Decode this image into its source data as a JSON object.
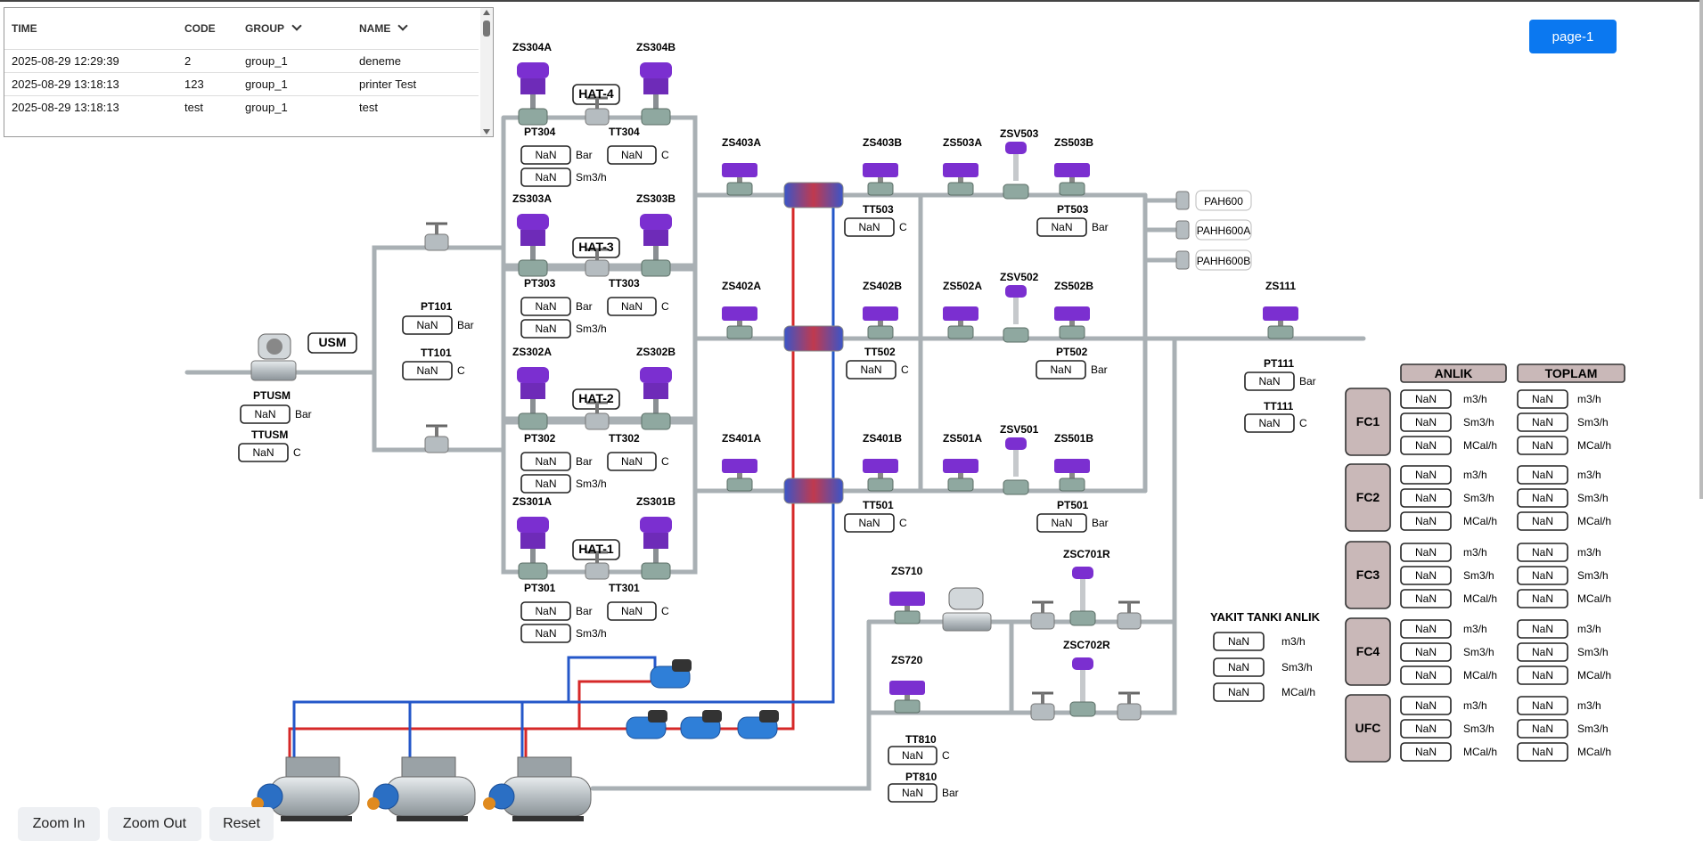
{
  "alarm_table": {
    "columns": [
      "TIME",
      "CODE",
      "GROUP",
      "NAME"
    ],
    "rows": [
      [
        "2025-08-29 12:29:39",
        "2",
        "group_1",
        "deneme"
      ],
      [
        "2025-08-29 13:18:13",
        "123",
        "group_1",
        "printer Test"
      ],
      [
        "2025-08-29 13:18:13",
        "test",
        "group_1",
        "test"
      ]
    ]
  },
  "page_button": "page-1",
  "zoom": {
    "zoom_in": "Zoom In",
    "zoom_out": "Zoom Out",
    "reset": "Reset"
  },
  "units": {
    "bar": "Bar",
    "c": "C",
    "sm3h": "Sm3/h",
    "m3h": "m3/h",
    "mcalh": "MCal/h"
  },
  "nan": "NaN",
  "lines": {
    "hat4": "HAT-4",
    "hat3": "HAT-3",
    "hat2": "HAT-2",
    "hat1": "HAT-1",
    "usm": "USM"
  },
  "valves": {
    "zs304a": "ZS304A",
    "zs304b": "ZS304B",
    "zs303a": "ZS303A",
    "zs303b": "ZS303B",
    "zs302a": "ZS302A",
    "zs302b": "ZS302B",
    "zs301a": "ZS301A",
    "zs301b": "ZS301B",
    "zs403a": "ZS403A",
    "zs403b": "ZS403B",
    "zs402a": "ZS402A",
    "zs402b": "ZS402B",
    "zs401a": "ZS401A",
    "zs401b": "ZS401B",
    "zs503a": "ZS503A",
    "zs503b": "ZS503B",
    "zs502a": "ZS502A",
    "zs502b": "ZS502B",
    "zs501a": "ZS501A",
    "zs501b": "ZS501B",
    "zsv503": "ZSV503",
    "zsv502": "ZSV502",
    "zsv501": "ZSV501",
    "zs111": "ZS111",
    "zs710": "ZS710",
    "zs720": "ZS720",
    "zsc701r": "ZSC701R",
    "zsc702r": "ZSC702R"
  },
  "instruments": {
    "pt304": "PT304",
    "tt304": "TT304",
    "pt303": "PT303",
    "tt303": "TT303",
    "pt302": "PT302",
    "tt302": "TT302",
    "pt301": "PT301",
    "tt301": "TT301",
    "pt101": "PT101",
    "tt101": "TT101",
    "ptusm": "PTUSM",
    "ttusm": "TTUSM",
    "tt503": "TT503",
    "tt502": "TT502",
    "tt501": "TT501",
    "pt503": "PT503",
    "pt502": "PT502",
    "pt501": "PT501",
    "pt111": "PT111",
    "tt111": "TT111",
    "tt810": "TT810",
    "pt810": "PT810"
  },
  "alarms": {
    "pah600": "PAH600",
    "pahh600a": "PAHH600A",
    "pahh600b": "PAHH600B"
  },
  "fuel_tank": {
    "title": "YAKIT TANKI ANLIK"
  },
  "flow_computers": {
    "anlik": "ANLIK",
    "toplam": "TOPLAM",
    "names": [
      "FC1",
      "FC2",
      "FC3",
      "FC4",
      "UFC"
    ]
  },
  "colors": {
    "pipe": "#a9b0b4",
    "valve": "#7b2fd0",
    "hot": "#d62828",
    "cold": "#2457c9",
    "primary": "#0b78f0",
    "fc_box": "#c9b8b8"
  }
}
